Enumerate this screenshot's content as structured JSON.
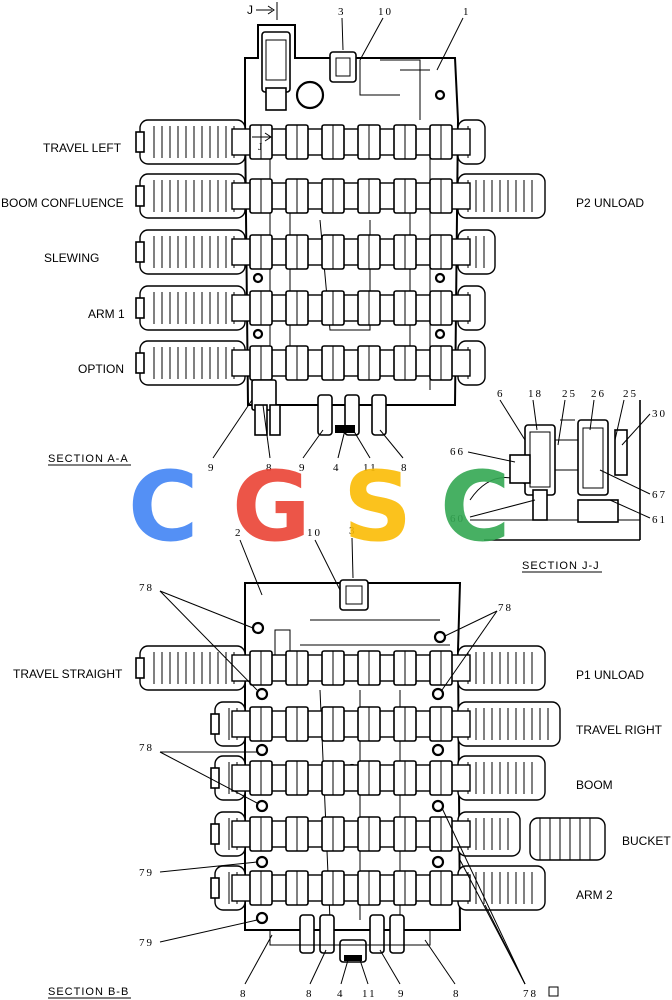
{
  "section_aa": {
    "caption": "SECTION  A-A",
    "section_mark_top": "J",
    "section_mark_mid": "J",
    "left_labels": [
      "TRAVEL LEFT",
      "BOOM CONFLUENCE",
      "SLEWING",
      "ARM 1",
      "OPTION"
    ],
    "right_labels": [
      "P2 UNLOAD"
    ],
    "top_callouts": [
      "3",
      "10",
      "1"
    ],
    "bottom_callouts": [
      "9",
      "8",
      "9",
      "4",
      "11",
      "8"
    ]
  },
  "section_jj": {
    "caption": "SECTION  J-J",
    "callouts": [
      "6",
      "18",
      "25",
      "26",
      "25",
      "30",
      "66",
      "67",
      "60",
      "61"
    ]
  },
  "section_bb": {
    "caption": "SECTION  B-B",
    "left_labels": [
      "TRAVEL STRAIGHT"
    ],
    "right_labels": [
      "P1 UNLOAD",
      "TRAVEL RIGHT",
      "BOOM",
      "BUCKET",
      "ARM 2"
    ],
    "top_callouts": [
      "2",
      "10",
      "3"
    ],
    "side_callouts": [
      "78",
      "78",
      "78",
      "79",
      "79"
    ],
    "bottom_callouts": [
      "8",
      "8",
      "4",
      "11",
      "9",
      "8",
      "78"
    ]
  },
  "watermark": {
    "letters": [
      "C",
      "G",
      "S",
      "C"
    ],
    "colors": [
      "#4285F4",
      "#EA4335",
      "#FBBC05",
      "#34A853"
    ]
  }
}
